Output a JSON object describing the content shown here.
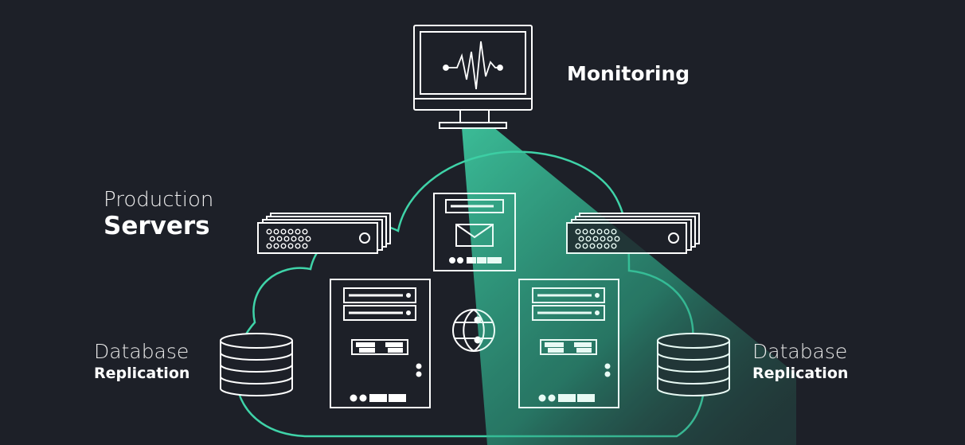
{
  "labels": {
    "monitoring": "Monitoring",
    "production_line1": "Production",
    "production_line2": "Servers",
    "db_left_line1": "Database",
    "db_left_line2": "Replication",
    "db_right_line1": "Database",
    "db_right_line2": "Replication"
  },
  "colors": {
    "background": "#1d2028",
    "stroke": "#ffffff",
    "cloud_outline": "#3fd3a8",
    "monitor_beam": "#3fd3a8"
  },
  "icons": [
    "monitor-icon",
    "heartbeat-icon",
    "cloud-icon",
    "rack-server-icon",
    "mail-server-icon",
    "tower-server-icon",
    "network-globe-icon",
    "database-icon"
  ]
}
